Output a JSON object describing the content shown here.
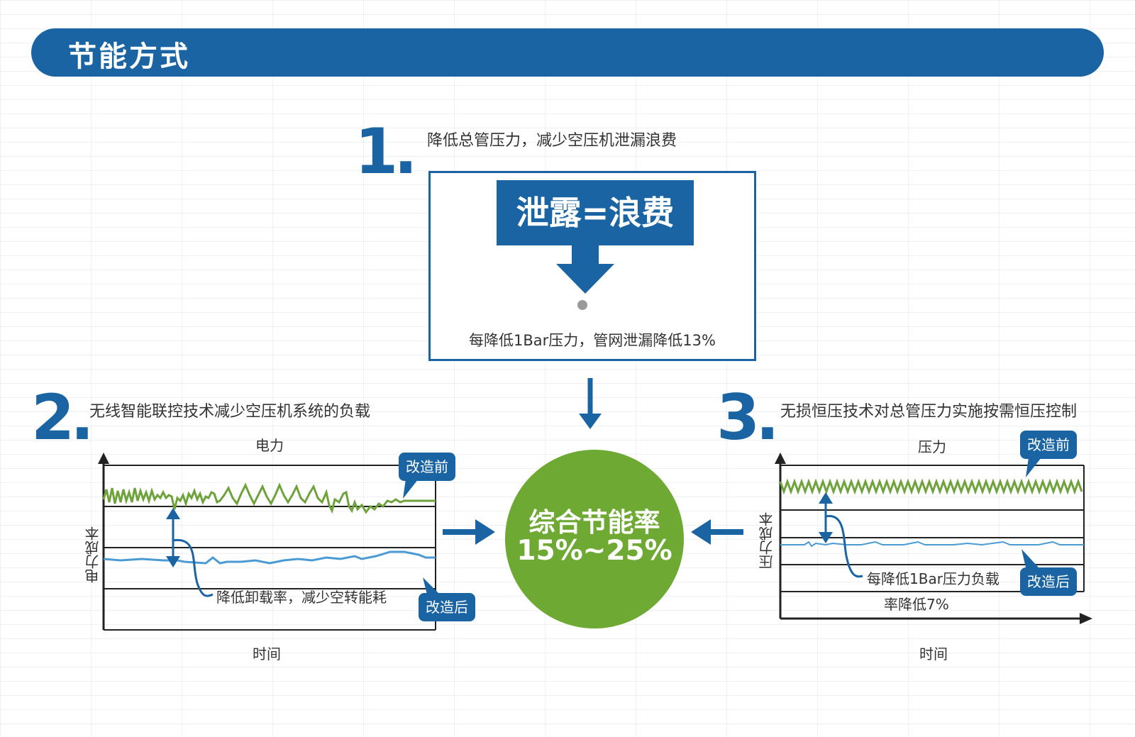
{
  "header": {
    "title": "节能方式"
  },
  "section1": {
    "number": "1.",
    "description": "降低总管压力，减少空压机泄漏浪费",
    "box_label": "泄露=浪费",
    "box_note": "每降低1Bar压力，管网泄漏降低13%"
  },
  "center": {
    "line1": "综合节能率",
    "line2": "15%~25%"
  },
  "section2": {
    "number": "2.",
    "description": "无线智能联控技术减少空压机系统的负载",
    "chart": {
      "top_label": "电力",
      "y_label": "电力成本",
      "x_label": "时间",
      "before_label": "改造前",
      "after_label": "改造后",
      "note": "降低卸载率，减少空转能耗"
    }
  },
  "section3": {
    "number": "3.",
    "description": "无损恒压技术对总管压力实施按需恒压控制",
    "chart": {
      "top_label": "压力",
      "y_label": "压力成本",
      "x_label": "时间",
      "before_label": "改造前",
      "after_label": "改造后",
      "note_line1": "每降低1Bar压力负载",
      "note_line2": "率降低7%"
    }
  },
  "colors": {
    "primary_blue": "#1a64a3",
    "green": "#6eaa33",
    "before_line": "#6ea23a",
    "after_line": "#4a9ad4"
  }
}
